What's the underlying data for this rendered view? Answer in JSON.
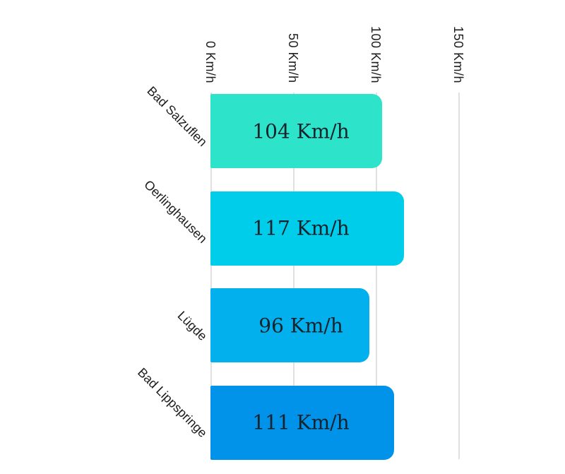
{
  "chart_data": {
    "type": "bar",
    "orientation": "horizontal",
    "title": "",
    "xlabel": "",
    "ylabel": "",
    "unit": "Km/h",
    "categories": [
      "Bad Salzuflen",
      "Oerlinghausen",
      "Lügde",
      "Bad Lippspringe"
    ],
    "values": [
      104,
      117,
      96,
      111
    ],
    "value_labels": [
      "104 Km/h",
      "117 Km/h",
      "96 Km/h",
      "111 Km/h"
    ],
    "bar_colors": [
      "#2de3c9",
      "#00cdea",
      "#02b0ee",
      "#0192e9"
    ],
    "x_ticks": [
      0,
      50,
      100,
      150
    ],
    "x_tick_labels": [
      "0 Km/h",
      "50 Km/h",
      "100 Km/h",
      "150 Km/h"
    ],
    "xlim": [
      0,
      150
    ],
    "grid": "vertical-only",
    "legend": "none"
  },
  "styles": {
    "background": "#ffffff",
    "grid_color": "#e0e0e0",
    "axis_text_color": "#1d1d1d",
    "value_text_color": "#15232d"
  }
}
